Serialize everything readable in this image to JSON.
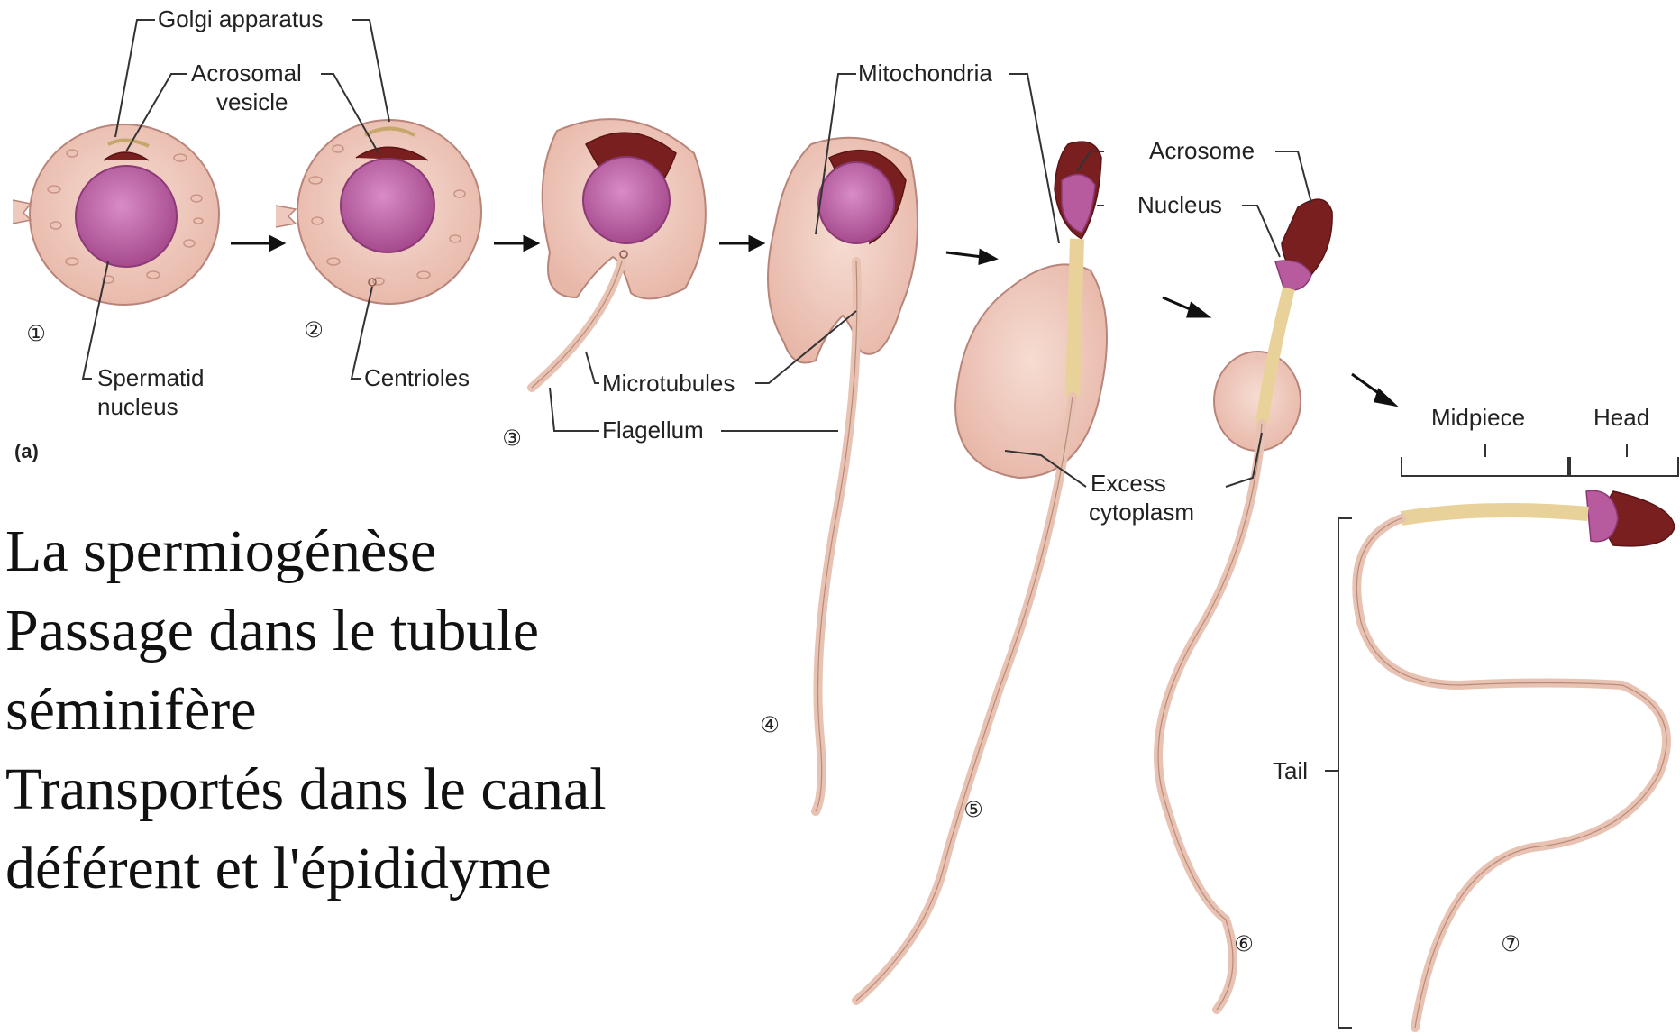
{
  "diagram": {
    "panel_label": "(a)",
    "labels": {
      "golgi": "Golgi apparatus",
      "acrosomal_vesicle_1": "Acrosomal",
      "acrosomal_vesicle_2": "vesicle",
      "spermatid_nucleus_1": "Spermatid",
      "spermatid_nucleus_2": "nucleus",
      "centrioles": "Centrioles",
      "mitochondria": "Mitochondria",
      "microtubules": "Microtubules",
      "flagellum": "Flagellum",
      "acrosome": "Acrosome",
      "nucleus": "Nucleus",
      "excess_cytoplasm_1": "Excess",
      "excess_cytoplasm_2": "cytoplasm",
      "midpiece": "Midpiece",
      "head": "Head",
      "tail": "Tail"
    },
    "steps": [
      "①",
      "②",
      "③",
      "④",
      "⑤",
      "⑥",
      "⑦"
    ]
  },
  "caption": {
    "lines": [
      "La spermiogénèse",
      "Passage dans le tubule",
      "séminifère",
      "Transportés dans le canal",
      "déférent et l'épididyme"
    ]
  },
  "colors": {
    "cytoplasm": "#efc9bd",
    "cytoplasm_edge": "#b9857a",
    "nucleus": "#b85a9e",
    "acrosome": "#7a1f1f",
    "tail": "#e8c2b2",
    "midpiece": "#e9d29a"
  }
}
